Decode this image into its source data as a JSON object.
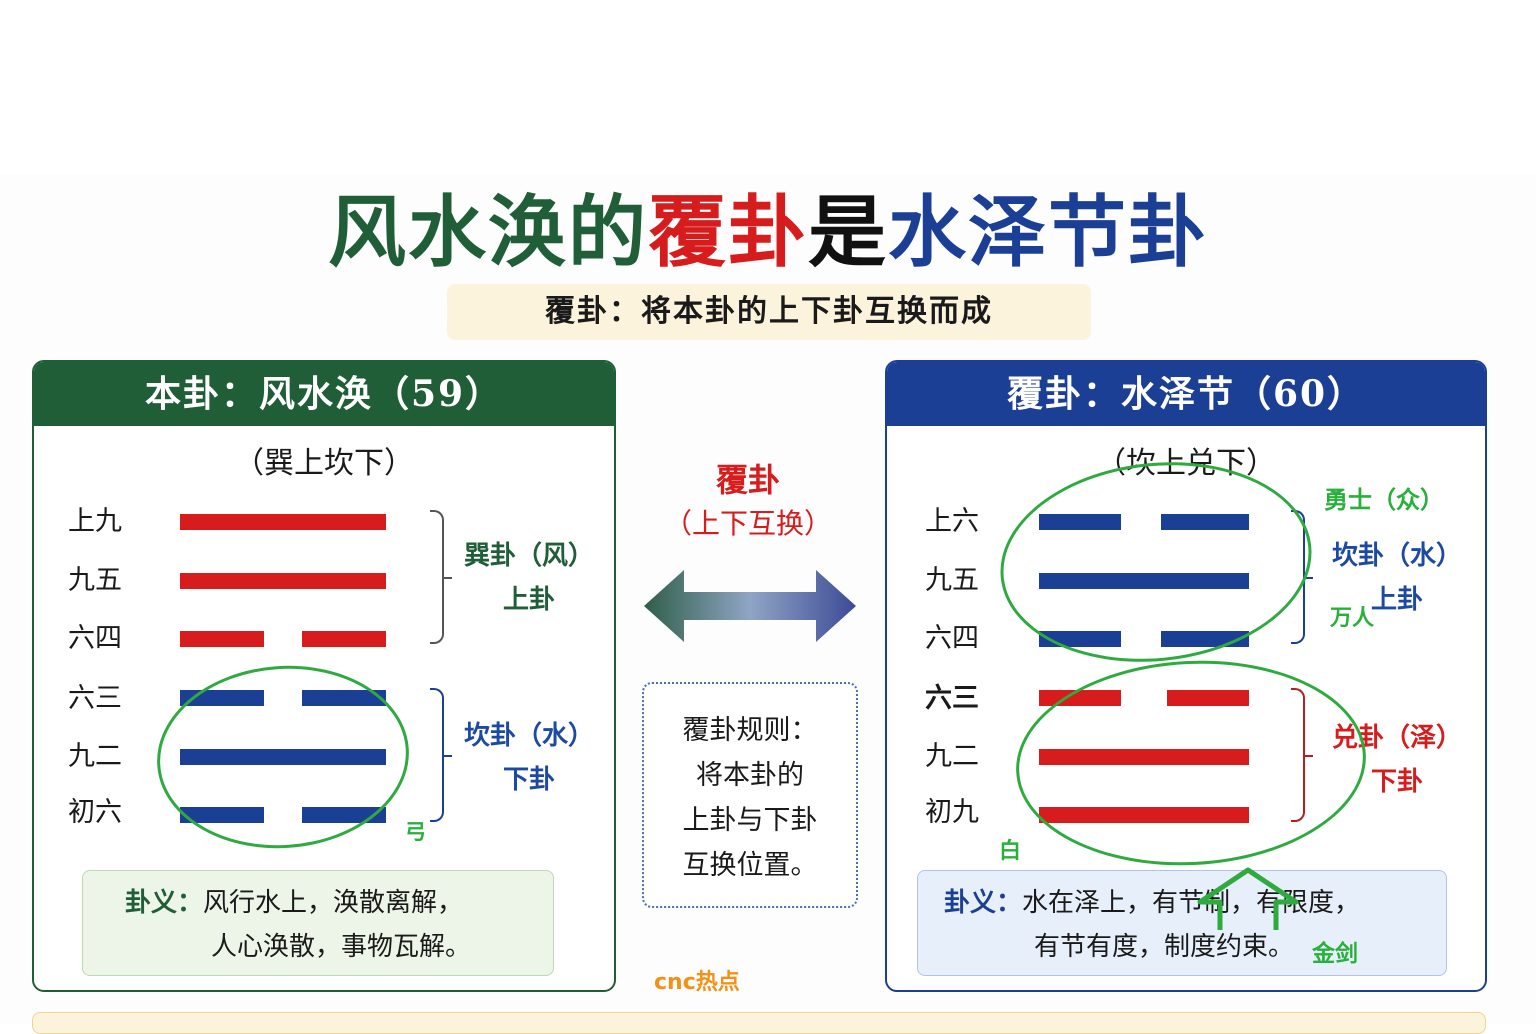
{
  "title": {
    "part1": "风水涣的",
    "part2": "覆卦",
    "part3": "是",
    "part4": "水泽节卦"
  },
  "subtitle": "覆卦：将本卦的上下卦互换而成",
  "left_panel": {
    "header": "本卦：风水涣（59）",
    "sub": "（巽上坎下）",
    "lines": [
      "上九",
      "九五",
      "六四",
      "六三",
      "九二",
      "初六"
    ],
    "upper_gua": {
      "name": "巽卦（风）",
      "role": "上卦"
    },
    "lower_gua": {
      "name": "坎卦（水）",
      "role": "下卦"
    },
    "meaning": {
      "label": "卦义：",
      "line1": "风行水上，涣散离解，",
      "line2": "人心涣散，事物瓦解。"
    }
  },
  "right_panel": {
    "header": "覆卦：水泽节（60）",
    "sub": "（坎上兑下）",
    "lines": [
      "上六",
      "九五",
      "六四",
      "六三",
      "九二",
      "初九"
    ],
    "upper_gua": {
      "name": "坎卦（水）",
      "role": "上卦"
    },
    "lower_gua": {
      "name": "兑卦（泽）",
      "role": "下卦"
    },
    "meaning": {
      "label": "卦义：",
      "line1": "水在泽上，有节制，有限度，",
      "line2": "有节有度，制度约束。"
    }
  },
  "center": {
    "title": "覆卦",
    "sub": "（上下互换）",
    "rule_lines": [
      "覆卦规则：",
      "将本卦的",
      "上卦与下卦",
      "互换位置。"
    ]
  },
  "annotations": {
    "hero": "勇士（众）",
    "wanren": "万人",
    "gong": "弓",
    "bai": "白",
    "jinjian": "金剑",
    "watermark": "cnc热点"
  },
  "colors": {
    "green": "#1f5e36",
    "red": "#d61c1c",
    "blue": "#1c3f96",
    "annotation_green": "#2eaa3f",
    "watermark_orange": "#f39117"
  }
}
